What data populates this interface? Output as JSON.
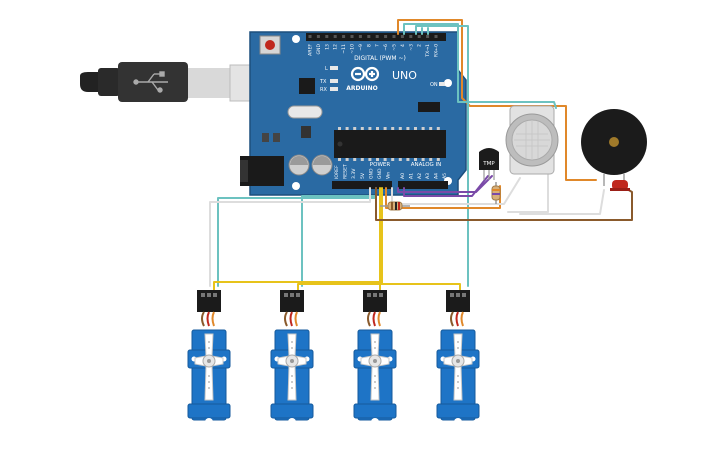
{
  "board": {
    "aref": "AREF",
    "gnd": "GND",
    "digital_pins": [
      "13",
      "12",
      "~11",
      "~10",
      "~9",
      "8",
      "7",
      "~6",
      "~5",
      "4",
      "~3",
      "2",
      "TX→1",
      "RX←0"
    ],
    "digital_label": "DIGITAL (PWM ~)",
    "led_l": "L",
    "led_tx": "TX",
    "led_rx": "RX",
    "brand": "ARDUINO",
    "model": "UNO",
    "on_label": "ON",
    "power_label": "POWER",
    "analog_label": "ANALOG IN",
    "power_pins": [
      "IOREF",
      "RESET",
      "3.3V",
      "5V",
      "GND",
      "GND",
      "Vin"
    ],
    "analog_pins": [
      "A0",
      "A1",
      "A2",
      "A3",
      "A4",
      "A5"
    ]
  },
  "temp_sensor": {
    "label": "TMP"
  },
  "colors": {
    "board": "#2a6aa3",
    "board_dark": "#1c4f7d",
    "servo": "#1e74c6",
    "wire_teal": "#6cc2c0",
    "wire_yellow": "#e7c31a",
    "wire_orange": "#e0882a",
    "wire_brown": "#8a5a2c",
    "wire_purple": "#7a4aa8",
    "wire_white": "#dddddd",
    "buzzer": "#1b1b1b",
    "led": "#c0281e"
  }
}
